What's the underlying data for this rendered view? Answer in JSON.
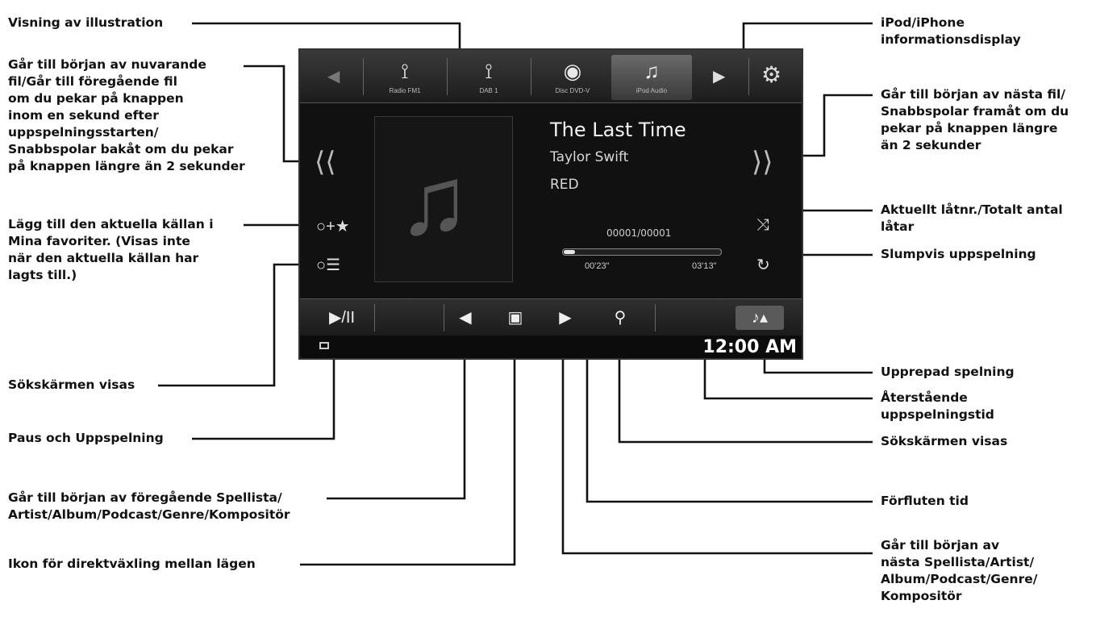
{
  "screen": {
    "sources": [
      {
        "label": "Radio FM1",
        "icon": "antenna-icon"
      },
      {
        "label": "DAB 1",
        "icon": "dab-antenna-icon"
      },
      {
        "label": "Disc DVD-V",
        "icon": "disc-icon"
      },
      {
        "label": "iPod Audio",
        "icon": "music-note-icon"
      }
    ],
    "track": {
      "title": "The Last Time",
      "artist": "Taylor Swift",
      "album": "RED"
    },
    "counter": "00001/00001",
    "elapsed": "00'23\"",
    "remaining": "03'13\"",
    "progress_fraction": 0.07,
    "clock": "12:00 AM",
    "bottom": {
      "play_pause": "▶/II"
    }
  },
  "callouts": {
    "left": [
      "Visning av illustration",
      "Går till början av nuvarande\nfil/Går till föregående fil\nom du pekar på knappen\ninom en sekund efter\nuppspelningsstarten/\nSnabbspolar bakåt om du pekar\npå knappen längre än 2 sekunder",
      "Lägg till den aktuella källan i\nMina favoriter. (Visas inte\nnär den aktuella källan har\nlagts till.)",
      "Sökskärmen visas",
      "Paus och Uppspelning",
      "Går till början av föregående Spellista/\nArtist/Album/Podcast/Genre/Kompositör",
      "Ikon för direktväxling mellan lägen"
    ],
    "right": [
      "iPod/iPhone\ninformationsdisplay",
      "Går till början av nästa fil/\nSnabbspolar framåt om du\npekar på knappen längre\nän 2 sekunder",
      "Aktuellt låtnr./Totalt antal\nlåtar",
      "Slumpvis uppspelning",
      "Upprepad spelning",
      "Återstående\nuppspelningstid",
      "Sökskärmen visas",
      "Förfluten tid",
      "Går till början av\nnästa Spellista/Artist/\nAlbum/Podcast/Genre/\nKompositör"
    ]
  }
}
